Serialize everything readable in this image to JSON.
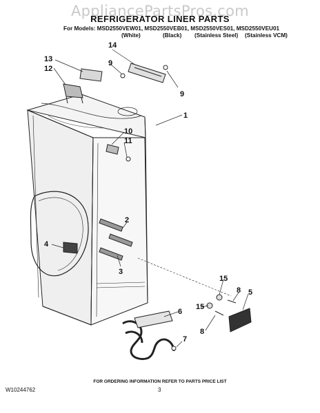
{
  "watermark": "AppliancePartsPros.com",
  "title": "REFRIGERATOR LINER PARTS",
  "models_line": "For Models: MSD2550VEW01, MSD2550VEB01, MSD2550VES01, MSD2550VEU01",
  "variants": [
    "(White)",
    "(Black)",
    "(Stainless Steel)",
    "(Stainless VCM)"
  ],
  "callouts": [
    "13",
    "12",
    "9",
    "14",
    "9",
    "1",
    "10",
    "11",
    "2",
    "4",
    "3",
    "15",
    "8",
    "5",
    "6",
    "7",
    "15",
    "8"
  ],
  "footer_note": "FOR ORDERING INFORMATION REFER TO PARTS PRICE LIST",
  "doc_number": "W10244762",
  "page_number": "3"
}
